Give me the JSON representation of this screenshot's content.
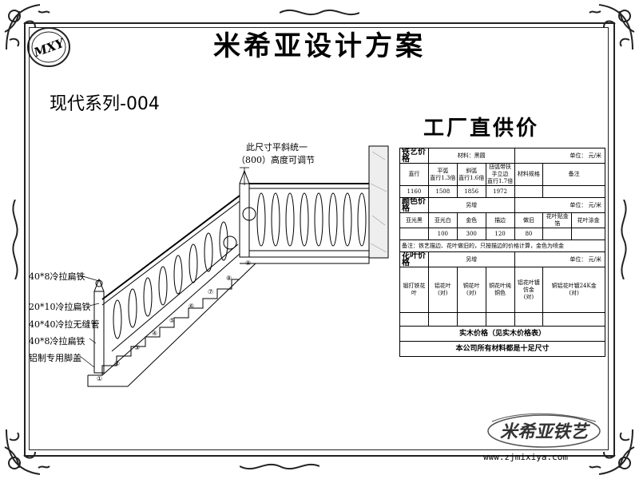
{
  "title": "米希亚设计方案",
  "series": "现代系列-004",
  "factory_price": "工厂直供价",
  "website": "www.zjmixiya.com",
  "logo_tl_text": "MXY",
  "logo_br_text": "米希亚铁艺",
  "annotations": {
    "top_note_line1": "此尺寸平斜统一",
    "top_note_line2": "（800）高度可调节",
    "left_labels": [
      "40*8冷拉扁铁",
      "20*10冷拉扁铁",
      "40*40冷拉无缝管",
      "40*8冷拉扁铁",
      "铝制专用脚盖"
    ]
  },
  "stair_numbers": [
    "①",
    "②",
    "③",
    "④",
    "⑤",
    "⑥",
    "⑦",
    "⑧",
    "⑨"
  ],
  "price_table": {
    "iron": {
      "title": "铁艺价格",
      "material": "材料：黑圆",
      "unit": "单位：   元/米",
      "headers": [
        "直行",
        "平弧\n直行1.3倍",
        "斜弧\n直行1.6倍",
        "扭弧带扶手立边\n直行1.7倍",
        "材料规格",
        "备注"
      ],
      "values": [
        "1160",
        "1508",
        "1856",
        "1972",
        "",
        ""
      ]
    },
    "color": {
      "title": "颜色价格",
      "extra": "另增",
      "unit": "单位：   元/米",
      "headers": [
        "亚光黑",
        "亚光白",
        "金色",
        "描边",
        "做旧",
        "花叶贴金箔",
        "花叶涂金"
      ],
      "values": [
        "",
        "100",
        "300",
        "120",
        "80",
        "",
        ""
      ],
      "note": "备注：铁艺描边、花叶做旧的，只按描边的价格计算，金色为喷金"
    },
    "leaf": {
      "title": "花叶价格",
      "extra": "另增",
      "unit": "单位：   元/米",
      "headers": [
        "锻打铁花叶",
        "铝花叶\n(对)",
        "铜花叶\n(对)",
        "铜花叶纯铜色",
        "铝花叶镀\n仿金\n(对)",
        "铜铝花叶镀24K金\n(对)"
      ]
    },
    "wood": "实木价格（见实木价格表）",
    "footer": "本公司所有材料都是十足尺寸"
  }
}
